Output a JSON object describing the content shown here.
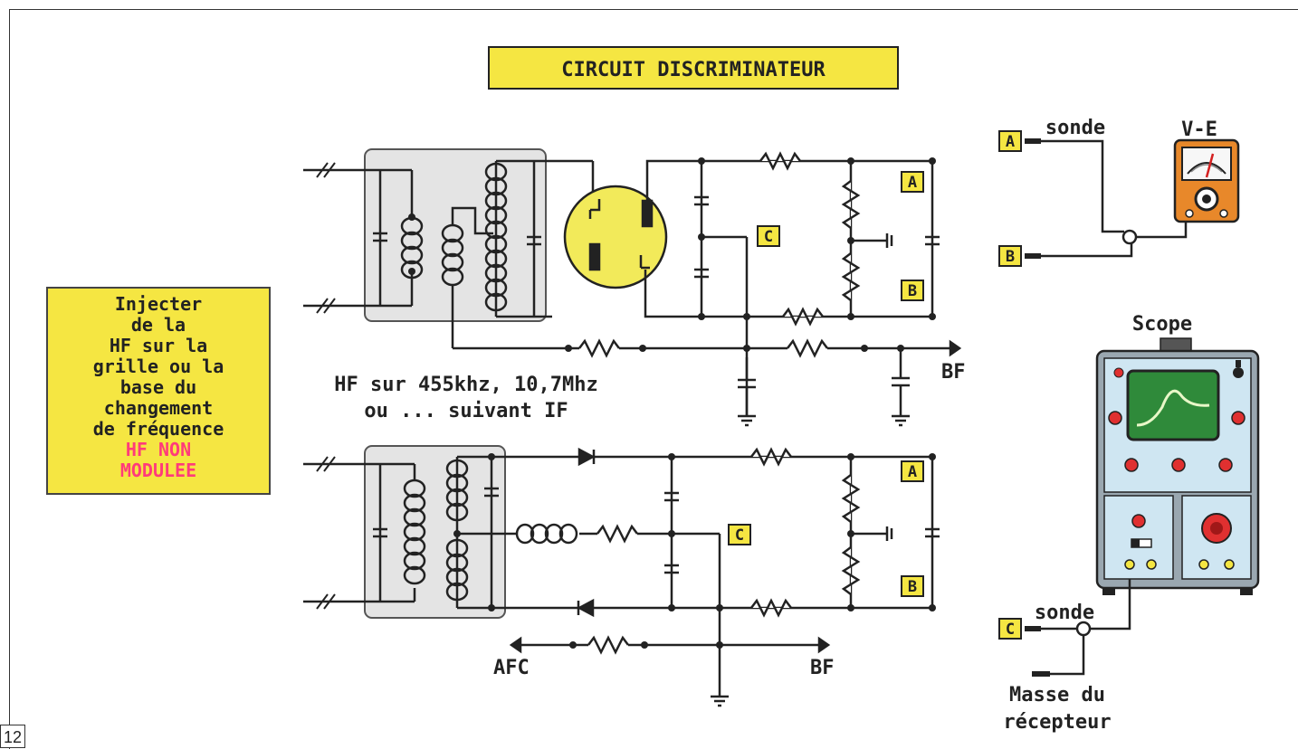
{
  "title": "CIRCUIT DISCRIMINATEUR",
  "page_number": "12",
  "instruction": {
    "lines": [
      "Injecter",
      "de la",
      "HF sur la",
      "grille ou la",
      "base du",
      "changement",
      "de fréquence"
    ],
    "warning_lines": [
      "HF NON",
      "MODULEE"
    ]
  },
  "hf_note": {
    "line1": "HF sur 455khz, 10,7Mhz",
    "line2": "ou ... suivant IF"
  },
  "circuit_labels": {
    "a": "A",
    "b": "B",
    "c": "C",
    "bf": "BF",
    "afc": "AFC"
  },
  "voltmeter": {
    "name": "V-E",
    "probe_label": "sonde",
    "terminal_a": "A",
    "terminal_b": "B"
  },
  "scope": {
    "name": "Scope",
    "probe_label": "sonde",
    "terminal_c": "C",
    "ground_label_line1": "Masse du",
    "ground_label_line2": "récepteur"
  },
  "colors": {
    "label_box_fill": "#f5e642",
    "warning_text": "#ff3b7a",
    "tube_fill": "#f2ea5a",
    "meter_body": "#e8882a",
    "scope_body": "#cfe6f2",
    "scope_screen": "#2f8a3a",
    "knob_red": "#e03030",
    "wire": "#222222",
    "shield_box": "#e4e4e4"
  }
}
